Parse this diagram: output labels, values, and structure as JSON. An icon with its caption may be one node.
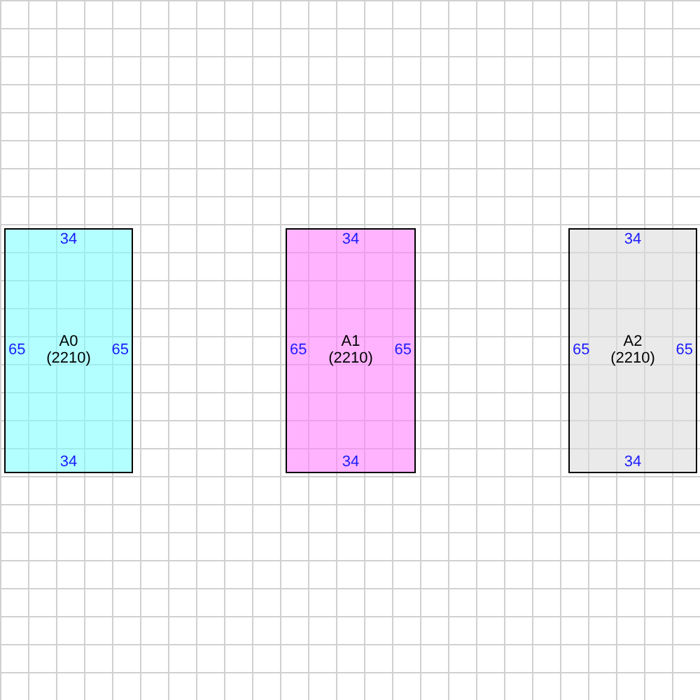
{
  "diagram": {
    "nodes": [
      {
        "text": [
          "34",
          "65",
          "A0",
          "(2210)",
          "65",
          "34"
        ]
      },
      {
        "text": [
          "34",
          "65",
          "A1",
          "(2210)",
          "65",
          "34"
        ]
      },
      {
        "text": [
          "34",
          "65",
          "A2",
          "(2210)",
          "65",
          "34"
        ]
      }
    ]
  }
}
